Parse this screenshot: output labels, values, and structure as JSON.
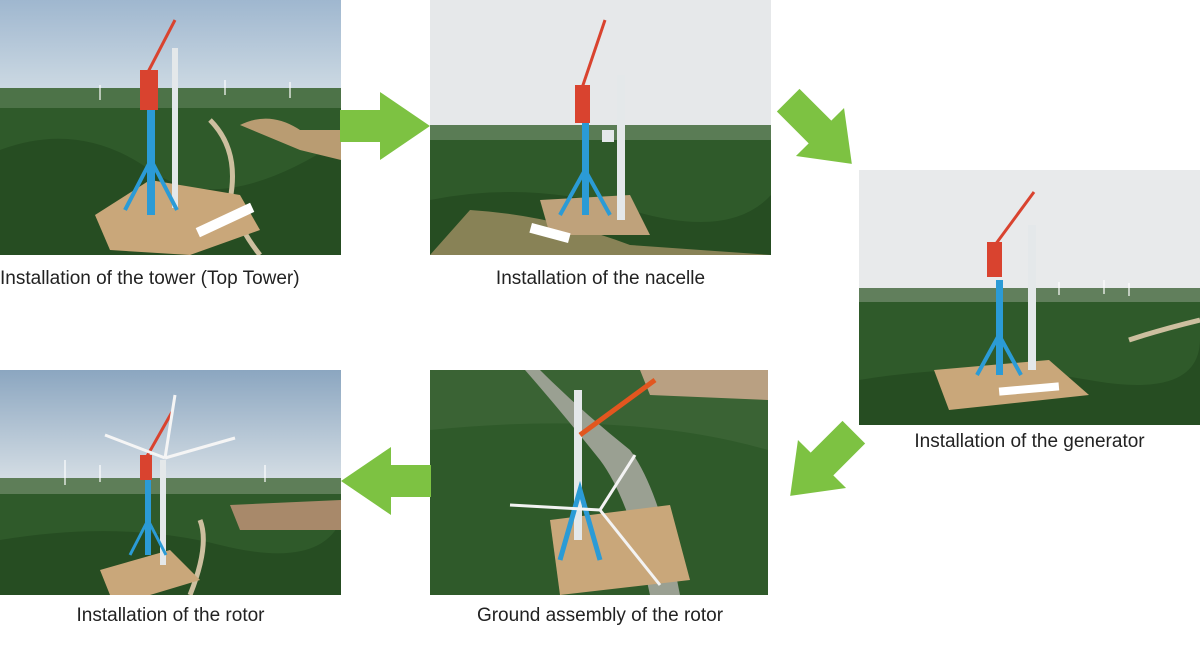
{
  "steps": [
    {
      "caption": "Installation of the tower (Top Tower)"
    },
    {
      "caption": "Installation of the nacelle"
    },
    {
      "caption": "Installation of the generator"
    },
    {
      "caption": "Ground assembly of the rotor"
    },
    {
      "caption": "Installation of the rotor"
    }
  ],
  "colors": {
    "arrow": "#7dc242",
    "crane_red": "#d9432f",
    "crane_blue": "#2b9bd6",
    "forest": "#2f5a2a",
    "soil": "#c9a77a",
    "sky": "#dfe6ec",
    "tower": "#e4e8ea"
  }
}
